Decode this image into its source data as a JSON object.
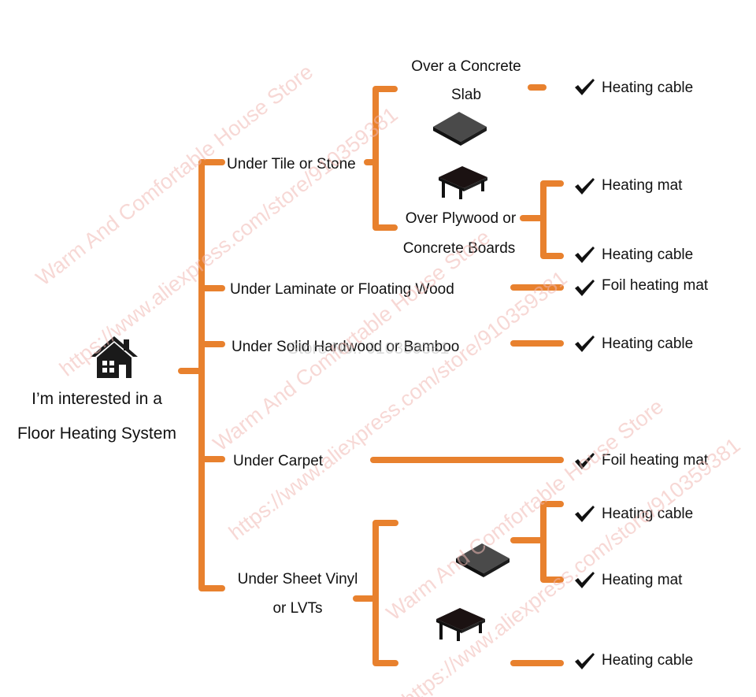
{
  "root": {
    "line1": "I’m interested in a",
    "line2": "Floor Heating System",
    "icon": "house-icon"
  },
  "categories": {
    "tile_stone": "Under Tile or Stone",
    "laminate": "Under Laminate or Floating Wood",
    "hardwood": "Under Solid Hardwood or Bamboo",
    "carpet": "Under Carpet",
    "vinyl_line1": "Under Sheet Vinyl",
    "vinyl_line2": "or LVTs"
  },
  "subcategories": {
    "concrete_line1": "Over a Concrete",
    "concrete_line2": "Slab",
    "plywood_line1": "Over Plywood or",
    "plywood_line2": "Concrete Boards"
  },
  "outcomes": {
    "concrete_cable": "Heating cable",
    "plywood_mat": "Heating mat",
    "plywood_cable": "Heating cable",
    "laminate_foil": "Foil heating mat",
    "hardwood_cable": "Heating cable",
    "carpet_foil": "Foil heating mat",
    "vinyl_cable_top": "Heating cable",
    "vinyl_mat": "Heating mat",
    "vinyl_cable_bottom": "Heating cable"
  },
  "icons": {
    "check": "checkmark-icon",
    "slab": "concrete-slab-icon",
    "plywood": "plywood-board-icon"
  },
  "colors": {
    "connector": "#e8812e",
    "text": "#111111",
    "watermark": "#f1b9b4"
  },
  "watermarks": {
    "store_name": "Warm And Comfortable House Store",
    "store_url": "https://www.aliexpress.com/store/910359381",
    "store_no": "Store No.: 910359381"
  }
}
